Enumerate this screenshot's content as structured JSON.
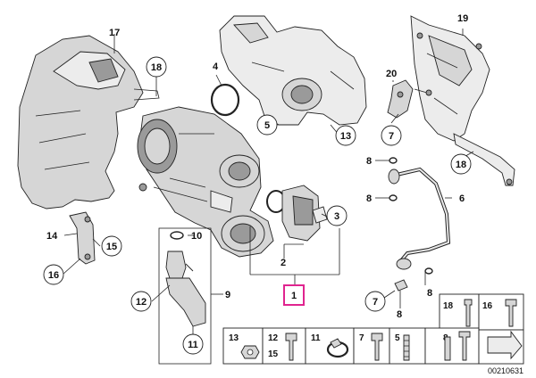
{
  "callouts": {
    "c1": "1",
    "c2": "2",
    "c3": "3",
    "c4": "4",
    "c5": "5",
    "c6": "6",
    "c7a": "7",
    "c7b": "7",
    "c8a": "8",
    "c8b": "8",
    "c8c": "8",
    "c8d": "8",
    "c9": "9",
    "c10": "10",
    "c11": "11",
    "c12": "12",
    "c13": "13",
    "c14": "14",
    "c15": "15",
    "c16": "16",
    "c17": "17",
    "c18a": "18",
    "c18b": "18",
    "c19": "19",
    "c20": "20"
  },
  "fastener_panel_right": {
    "items": [
      "18",
      "16"
    ]
  },
  "fastener_panel_bottom": {
    "items": [
      "13",
      "12",
      "15",
      "11",
      "7",
      "5",
      "8"
    ]
  },
  "diagram_number": "00210631",
  "colors": {
    "highlight": "#e0248f",
    "line": "#222222",
    "part_fill": "#d6d6d6"
  }
}
